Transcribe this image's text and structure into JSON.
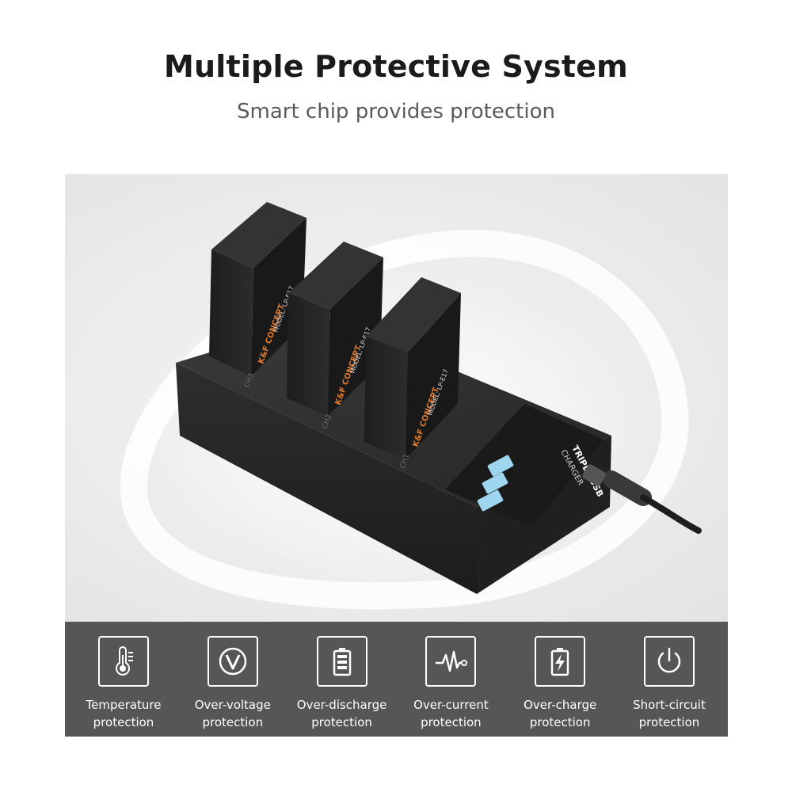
{
  "header": {
    "title": "Multiple Protective System",
    "subtitle": "Smart chip provides protection"
  },
  "product": {
    "brand_label": "K&F CONCEPT",
    "battery_model": "MODEL: LP-E17",
    "device_label_line1": "TRIPLE USB",
    "device_label_line2": "CHARGER",
    "channels": [
      "CH1",
      "CH2",
      "CH3"
    ]
  },
  "features": [
    {
      "icon": "thermometer-icon",
      "line1": "Temperature",
      "line2": "protection"
    },
    {
      "icon": "voltage-v-icon",
      "line1": "Over-voltage",
      "line2": "protection"
    },
    {
      "icon": "battery-icon",
      "line1": "Over-discharge",
      "line2": "protection"
    },
    {
      "icon": "current-wave-icon",
      "line1": "Over-current",
      "line2": "protection"
    },
    {
      "icon": "charging-bolt-icon",
      "line1": "Over-charge",
      "line2": "protection"
    },
    {
      "icon": "power-icon",
      "line1": "Short-circuit",
      "line2": "protection"
    }
  ],
  "colors": {
    "title": "#1b1b1b",
    "subtitle": "#5a5a5a",
    "feature_bar": "#565656",
    "charger_body": "#2b2b2b",
    "battery_body": "#232323",
    "brand_accent": "#e07a2c",
    "lcd_blue": "#9ed6ef"
  }
}
